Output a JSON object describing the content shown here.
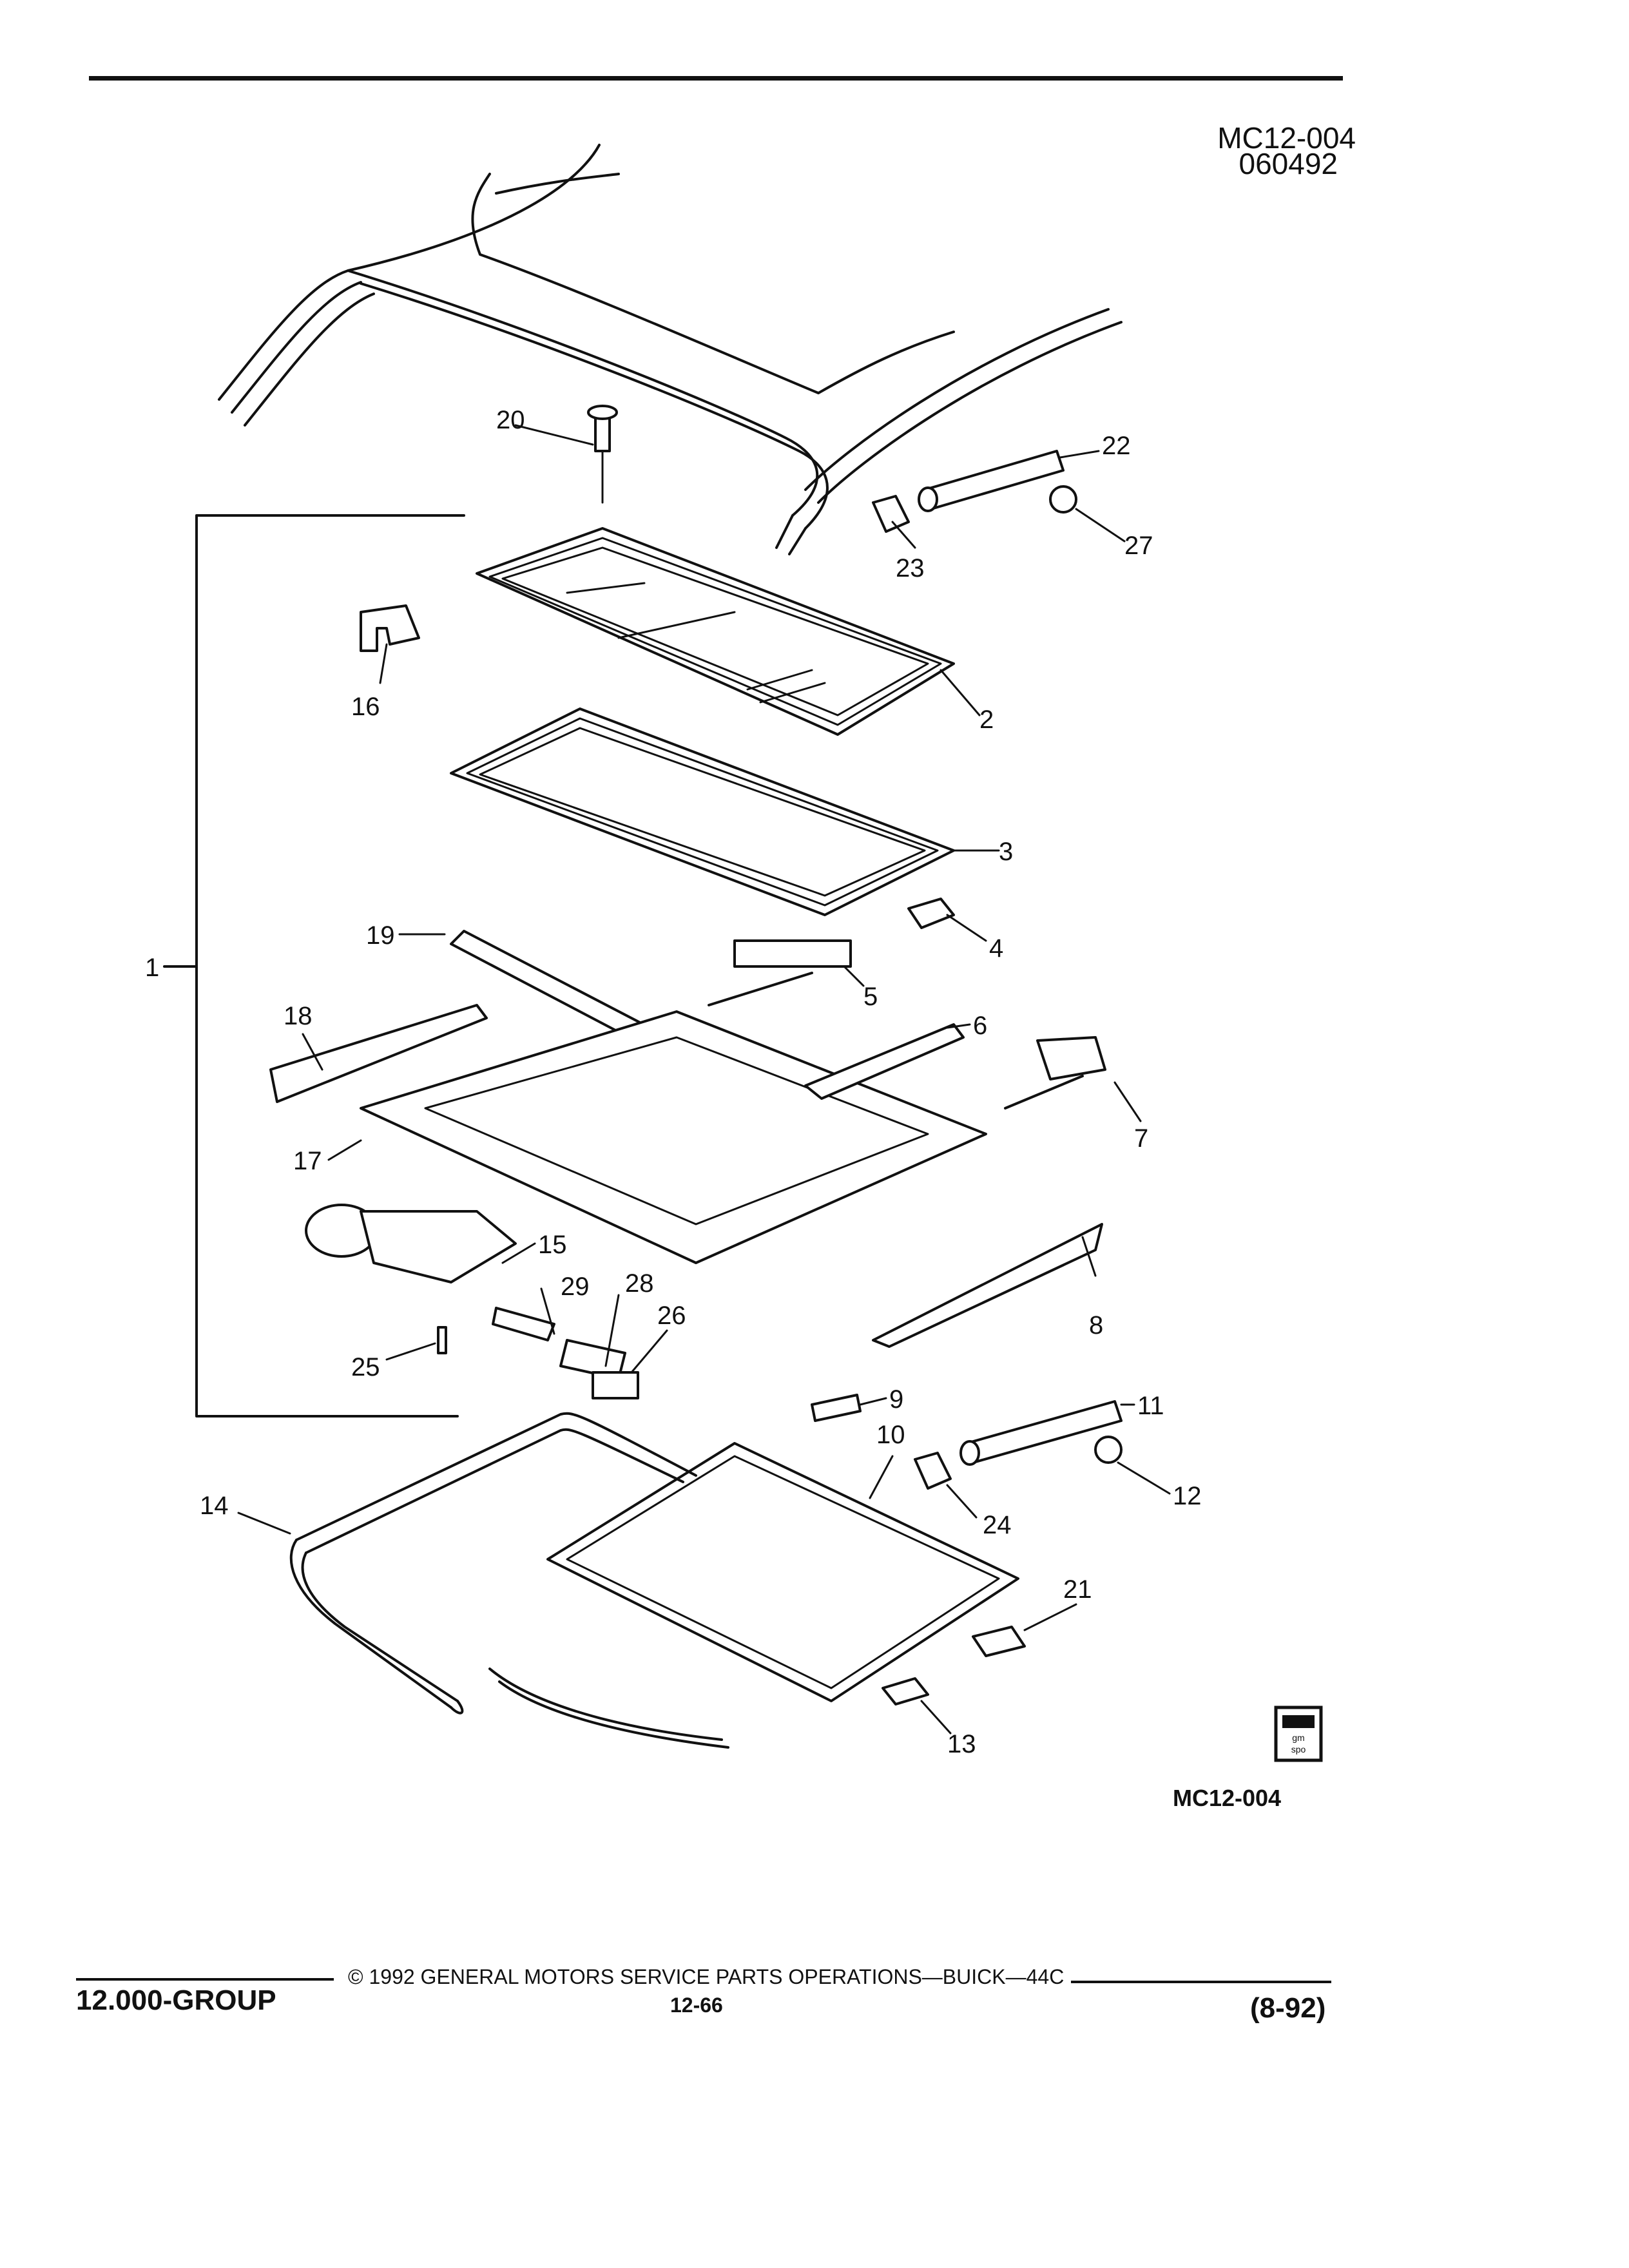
{
  "header": {
    "diagram_code": "MC12-004",
    "date_code": "060492"
  },
  "figure": {
    "code": "MC12-004",
    "logo_text": "gm spo",
    "callouts": [
      "1",
      "2",
      "3",
      "4",
      "5",
      "6",
      "7",
      "8",
      "9",
      "10",
      "11",
      "12",
      "13",
      "14",
      "15",
      "16",
      "17",
      "18",
      "19",
      "20",
      "21",
      "22",
      "23",
      "24",
      "25",
      "26",
      "27",
      "28",
      "29"
    ]
  },
  "footer": {
    "group": "12.000-GROUP",
    "copyright": "© 1992 GENERAL MOTORS SERVICE PARTS OPERATIONS—BUICK—44C",
    "page": "12-66",
    "date": "(8-92)"
  }
}
